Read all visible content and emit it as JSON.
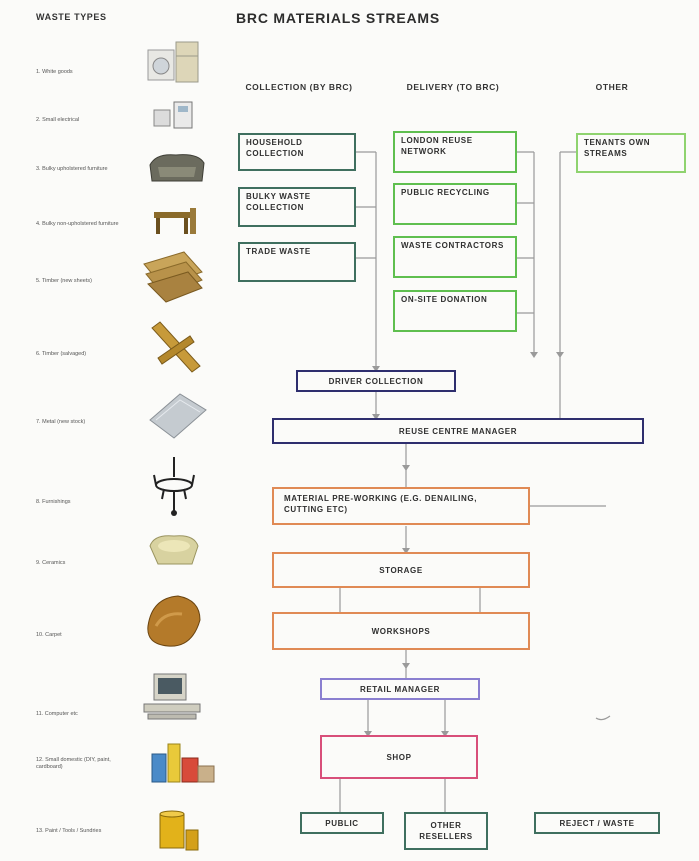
{
  "title": "BRC MATERIALS STREAMS",
  "waste_types": {
    "heading": "WASTE TYPES",
    "items": [
      {
        "label": "1. White goods",
        "icon": "white-goods-icon"
      },
      {
        "label": "2. Small electrical",
        "icon": "small-electrical-icon"
      },
      {
        "label": "3. Bulky upholstered furniture",
        "icon": "upholstered-furniture-icon"
      },
      {
        "label": "4. Bulky non-upholstered furniture",
        "icon": "wooden-furniture-icon"
      },
      {
        "label": "5. Timber (new sheets)",
        "icon": "timber-sheets-icon"
      },
      {
        "label": "6. Timber (salvaged)",
        "icon": "salvaged-timber-icon"
      },
      {
        "label": "7. Metal (new stock)",
        "icon": "metal-sheet-icon"
      },
      {
        "label": "8. Furnishings",
        "icon": "chandelier-icon"
      },
      {
        "label": "9. Ceramics",
        "icon": "ceramic-sink-icon"
      },
      {
        "label": "10. Carpet",
        "icon": "carpet-icon"
      },
      {
        "label": "11. Computer etc",
        "icon": "computer-icon"
      },
      {
        "label": "12. Small domestic (DIY, paint, cardboard)",
        "icon": "domestic-items-icon"
      },
      {
        "label": "13. Paint / Tools / Sundries",
        "icon": "paint-can-icon"
      }
    ]
  },
  "columns": {
    "collection": "COLLECTION (BY BRC)",
    "delivery": "DELIVERY (TO BRC)",
    "other": "OTHER"
  },
  "boxes": {
    "household": "HOUSEHOLD COLLECTION",
    "bulky": "BULKY WASTE COLLECTION",
    "trade": "TRADE WASTE",
    "london_reuse": "LONDON REUSE NETWORK",
    "public_recycling": "PUBLIC RECYCLING",
    "waste_contractors": "WASTE CONTRACTORS",
    "onsite": "ON-SITE DONATION",
    "tenants": "TENANTS OWN STREAMS",
    "driver": "DRIVER COLLECTION",
    "reuse_manager": "REUSE CENTRE MANAGER",
    "preworking": "MATERIAL PRE-WORKING (E.G. DENAILING, CUTTING ETC)",
    "storage": "STORAGE",
    "workshops": "WORKSHOPS",
    "retail": "RETAIL MANAGER",
    "shop": "SHOP",
    "public": "PUBLIC",
    "other_reuse": "OTHER RESELLERS",
    "reject": "REJECT / WASTE"
  },
  "colors": {
    "collection": "#3f6f5f",
    "delivery": "#5fbf4f",
    "other": "#8fd36f",
    "navy": "#2e2e6e",
    "orange": "#e08a55",
    "purple": "#8a7fd0",
    "pink": "#d84f7a",
    "line": "#9a9a9a"
  }
}
